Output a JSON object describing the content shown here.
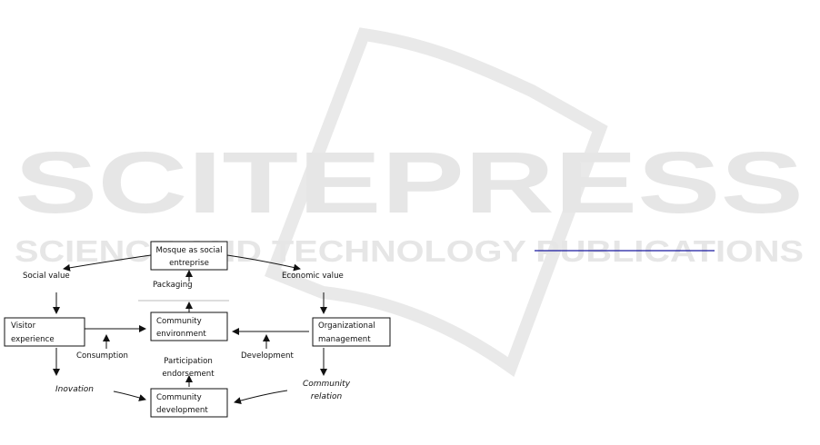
{
  "watermark": {
    "main": "SCITEPRESS",
    "sub": "SCIENCE AND TECHNOLOGY PUBLICATIONS",
    "color": "#e6e6e6"
  },
  "diagram": {
    "nodes": {
      "mosque": [
        "Mosque as social",
        "entreprise"
      ],
      "visitor": [
        "Visitor",
        "experience"
      ],
      "environment": [
        "Community",
        "environment"
      ],
      "organization": [
        "Organizational",
        "management"
      ],
      "development": [
        "Community",
        "development"
      ]
    },
    "labels": {
      "social_value": "Social value",
      "economic_value": "Economic value",
      "packaging": "Packaging",
      "consumption": "Consumption",
      "development": "Development",
      "participation": [
        "Participation",
        "endorsement"
      ],
      "inovation": "Inovation",
      "community_relation": [
        "Community",
        "relation"
      ]
    }
  },
  "link_color": "#1a1aa0"
}
